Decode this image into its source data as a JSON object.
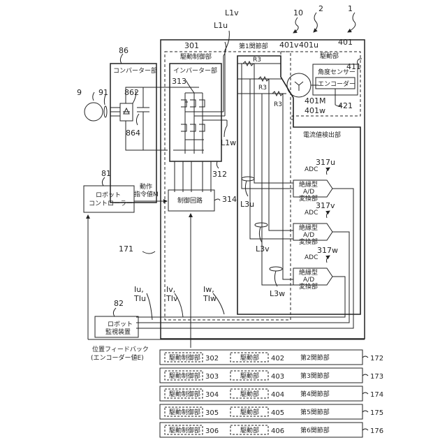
{
  "refs": {
    "system": "1",
    "robot": "2",
    "joint_drive": "10",
    "converter_ref": "86",
    "motor_ref": "9",
    "cable_ref": "91",
    "rectifier_ref": "862",
    "capacitor_ref": "864",
    "controller_ref": "81",
    "monitor_ref": "82",
    "joint1_ref": "171",
    "drive_ctrl_ref": "301",
    "drive_ref": "401",
    "motor_401M": "401M",
    "coil_u": "401u",
    "coil_v": "401v",
    "coil_w": "401w",
    "angle_sensor_ref": "411",
    "encoder_ref": "421",
    "inverter_sw_ref": "313",
    "inverter_ref": "312",
    "control_circuit_ref": "314",
    "adc_u_ref": "317u",
    "adc_v_ref": "317v",
    "adc_w_ref": "317w"
  },
  "labels": {
    "converter": "コンバーター部",
    "inverter": "インバーター部",
    "drive_control": "駆動制御部",
    "drive": "駆動部",
    "joint1": "第1関節部",
    "angle_sensor": "角度センサー",
    "encoder": "エンコーダー",
    "current_detector": "電流値検出部",
    "robot_controller_1": "ロボット",
    "robot_controller_2": "コントローラー",
    "command_1": "動作",
    "command_2": "指令値M",
    "control_circuit": "制御回路",
    "monitor_1": "ロボット",
    "monitor_2": "監視装置",
    "adc_tag": "ADC",
    "adc_1": "絶縁型",
    "adc_2": "A/D",
    "adc_3": "変換部",
    "feedback_1": "位置フィードバック",
    "feedback_2": "(エンコーダー値E)",
    "resistor": "R3"
  },
  "lines": {
    "L1u": "L1u",
    "L1v": "L1v",
    "L1w": "L1w",
    "L3u": "L3u",
    "L3v": "L3v",
    "L3w": "L3w",
    "Iu1": "Iu,",
    "Iu2": "TIu",
    "Iv1": "Iv,",
    "Iv2": "TIv",
    "Iw1": "Iw,",
    "Iw2": "TIw"
  },
  "joints": [
    {
      "ctrl": "駆動制御部",
      "ctrl_ref": "302",
      "drive": "駆動部",
      "drive_ref": "402",
      "name": "第2関節部",
      "ref": "172"
    },
    {
      "ctrl": "駆動制御部",
      "ctrl_ref": "303",
      "drive": "駆動部",
      "drive_ref": "403",
      "name": "第3関節部",
      "ref": "173"
    },
    {
      "ctrl": "駆動制御部",
      "ctrl_ref": "304",
      "drive": "駆動部",
      "drive_ref": "404",
      "name": "第4関節部",
      "ref": "174"
    },
    {
      "ctrl": "駆動制御部",
      "ctrl_ref": "305",
      "drive": "駆動部",
      "drive_ref": "405",
      "name": "第5関節部",
      "ref": "175"
    },
    {
      "ctrl": "駆動制御部",
      "ctrl_ref": "306",
      "drive": "駆動部",
      "drive_ref": "406",
      "name": "第6関節部",
      "ref": "176"
    }
  ]
}
